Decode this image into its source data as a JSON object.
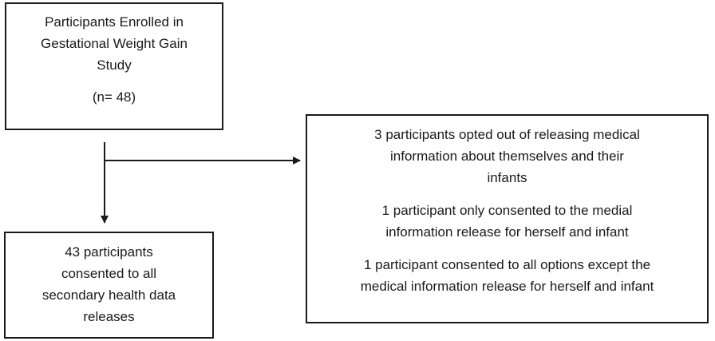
{
  "diagram": {
    "enrolled": {
      "lines": [
        "Participants Enrolled in",
        "Gestational Weight Gain",
        "Study"
      ],
      "count": "(n= 48)"
    },
    "excluded": {
      "item1_lines": [
        "3 participants opted out of releasing medical",
        "information about themselves and their",
        "infants"
      ],
      "item2_lines": [
        "1 participant only consented to the medial",
        "information release for herself and infant"
      ],
      "item3_lines": [
        "1 participant consented to all options except the",
        "medical information release for herself and infant"
      ]
    },
    "consented": {
      "lines": [
        "43 participants",
        "consented to all",
        "secondary health data",
        "releases"
      ]
    },
    "colors": {
      "line": "#1a1a1a",
      "box_border": "#1a1a1a",
      "background": "#ffffff"
    }
  }
}
